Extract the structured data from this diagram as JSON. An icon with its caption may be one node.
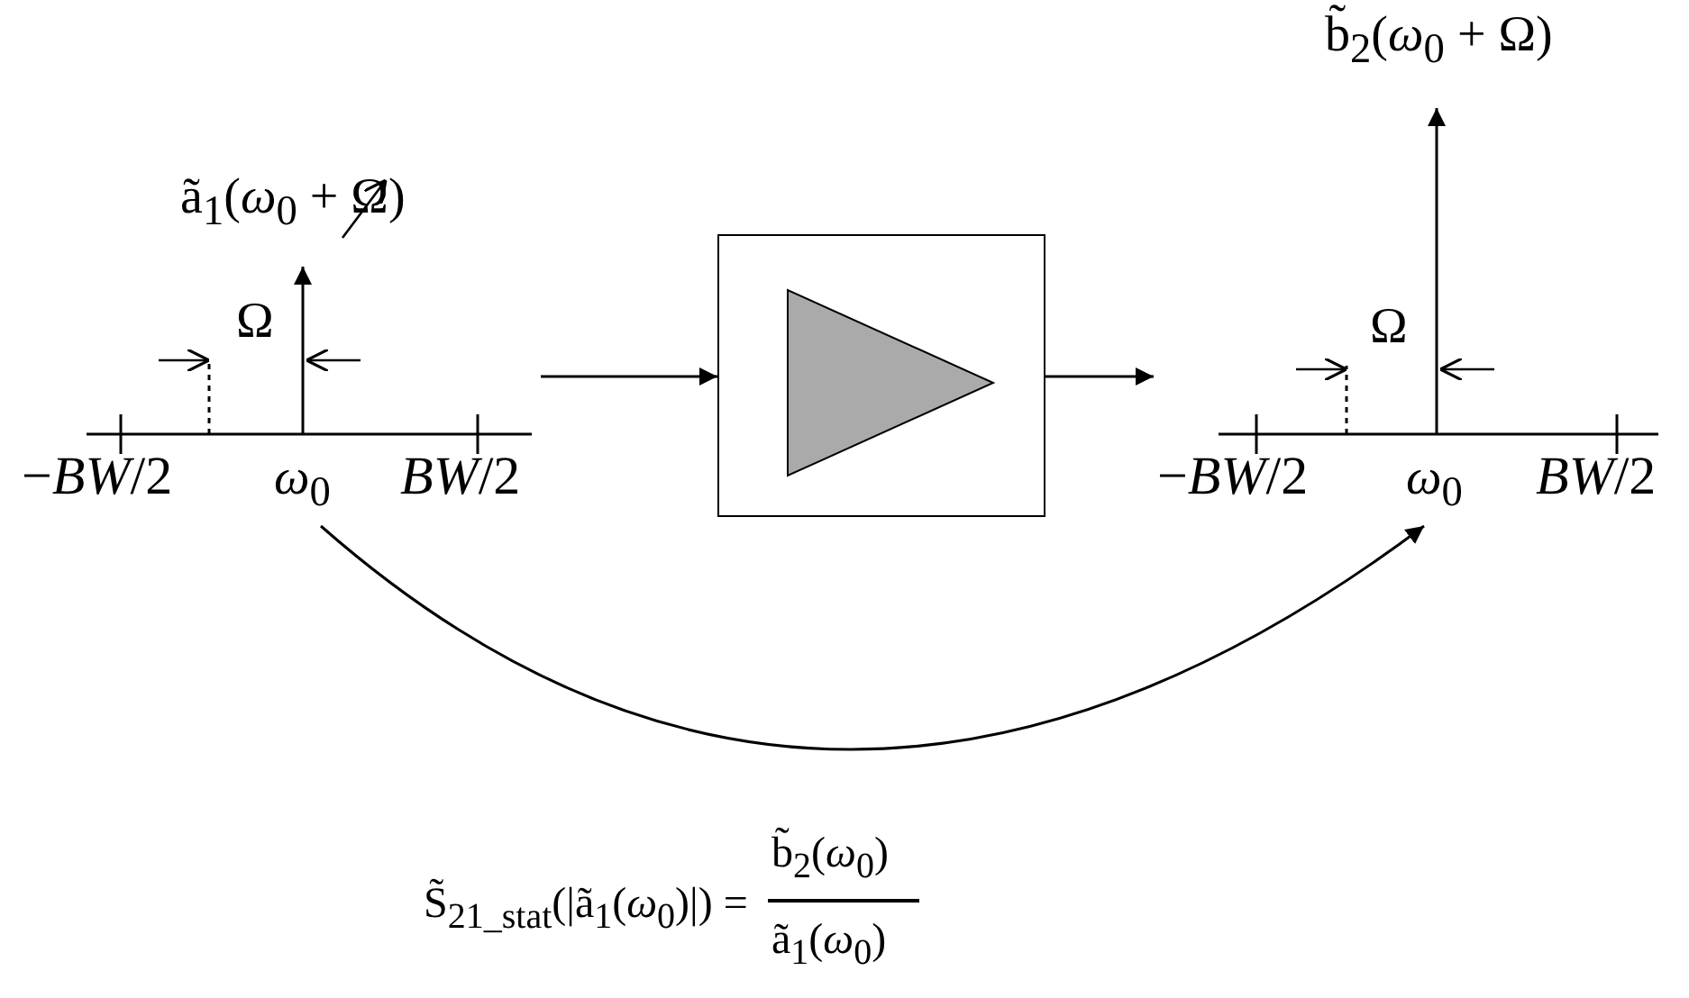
{
  "diagram": {
    "nodes": [
      {
        "text": [
          "ã$_{1}$(*ω*$_{0}$ + Ω)",
          "Ω",
          "−*BW*/2",
          "*ω*$_{0}$",
          "*BW*/2"
        ]
      },
      {
        "text": [],
        "shape": "box"
      },
      {
        "text": [],
        "shape": "triangle",
        "in": 1
      },
      {
        "text": [
          "b̃$_{2}$(*ω*$_{0}$ + Ω)",
          "Ω",
          "−*BW*/2",
          "*ω*$_{0}$",
          "*BW*/2"
        ]
      }
    ],
    "edges": [
      {
        "from": 0,
        "to": 1,
        "arrow": "to"
      },
      {
        "from": 1,
        "to": 3,
        "arrow": "to"
      },
      {
        "from": 0,
        "to": 3,
        "arrow": "to"
      }
    ],
    "labels": [
      "S̃$_{21_stat}$(|ã$_{1}$(*ω*$_{0}$)|) =",
      "b̃$_{2}$(*ω*$_{0}$)",
      "ã$_{1}$(*ω*$_{0}$)"
    ]
  }
}
